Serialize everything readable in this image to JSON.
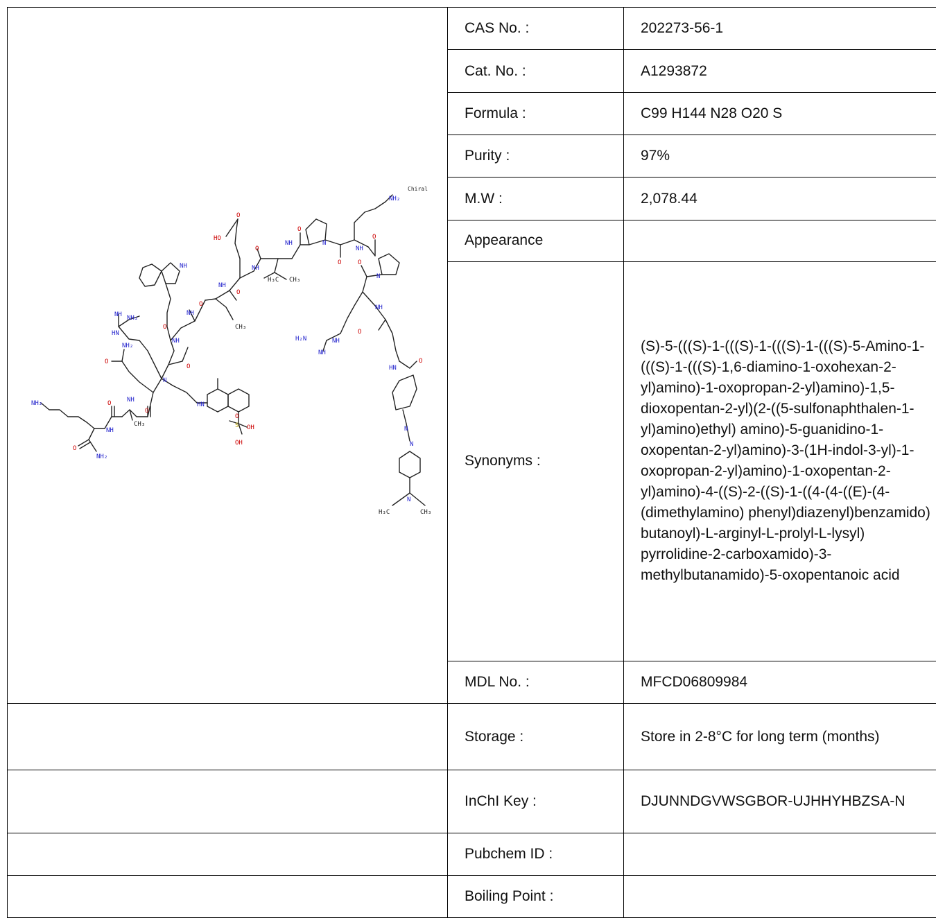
{
  "structure": {
    "chiral_label": "Chiral",
    "atoms": {
      "nh2": "NH₂",
      "nh": "NH",
      "n": "N",
      "o": "O",
      "oh": "OH",
      "ho": "HO",
      "ch3": "CH₃",
      "h3c": "H₃C",
      "s": "S",
      "h2n": "H₂N",
      "hn": "HN"
    }
  },
  "rows": [
    {
      "label": "CAS No. :",
      "value": "202273-56-1"
    },
    {
      "label": "Cat. No. :",
      "value": "A1293872"
    },
    {
      "label": "Formula :",
      "value": "C99 H144 N28 O20 S"
    },
    {
      "label": "Purity :",
      "value": "97%"
    },
    {
      "label": "M.W :",
      "value": "2,078.44"
    },
    {
      "label": "Appearance",
      "value": ""
    },
    {
      "label": "Synonyms :",
      "value": "(S)-5-(((S)-1-(((S)-1-(((S)-1-(((S)-5-Amino-1-(((S)-1-(((S)-1,6-diamino-1-oxohexan-2-yl)amino)-1-oxopropan-2-yl)amino)-1,5-dioxopentan-2-yl)(2-((5-sulfonaphthalen-1-yl)amino)ethyl) amino)-5-guanidino-1-oxopentan-2-yl)amino)-3-(1H-indol-3-yl)-1-oxopropan-2-yl)amino)-1-oxopentan-2-yl)amino)-4-((S)-2-((S)-1-((4-(4-((E)-(4-(dimethylamino) phenyl)diazenyl)benzamido) butanoyl)-L-arginyl-L-prolyl-L-lysyl) pyrrolidine-2-carboxamido)-3-methylbutanamido)-5-oxopentanoic acid"
    },
    {
      "label": "MDL No. :",
      "value": "MFCD06809984"
    },
    {
      "label": "Storage :",
      "value": "Store in 2-8°C for long term (months)"
    },
    {
      "label": "InChI Key :",
      "value": "DJUNNDGVWSGBOR-UJHHYHBZSA-N"
    },
    {
      "label": "Pubchem ID :",
      "value": ""
    },
    {
      "label": "Boiling Point :",
      "value": ""
    }
  ]
}
